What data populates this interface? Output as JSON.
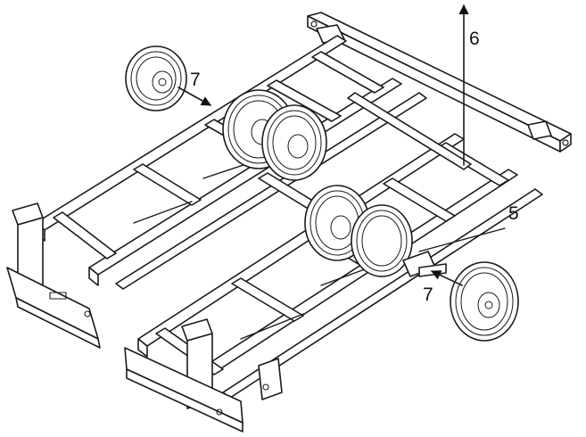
{
  "callouts": {
    "label_6": "6",
    "label_5": "5",
    "label_7_top": "7",
    "label_7_bottom": "7"
  },
  "colors": {
    "ink": "#1a1a1a",
    "background": "#ffffff"
  }
}
